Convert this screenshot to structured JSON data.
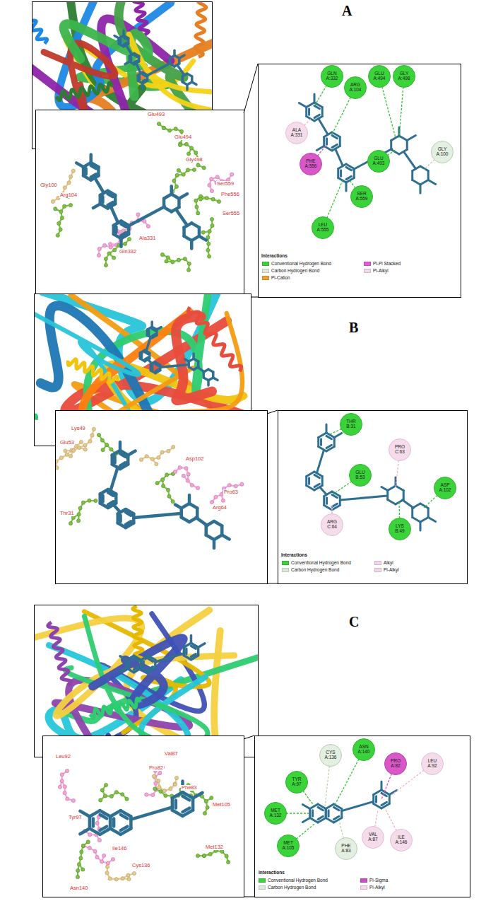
{
  "diagram": {
    "nodes": [
      {
        "text": [
          "GLN A:332"
        ]
      },
      {
        "text": [
          "ARG A:104"
        ]
      },
      {
        "text": [
          "GLU A:494"
        ]
      },
      {
        "text": [
          "GLY A:498"
        ]
      },
      {
        "text": [
          "ALA A:331"
        ]
      },
      {
        "text": [
          "PHE A:556"
        ]
      },
      {
        "text": [
          "GLU A:493"
        ]
      },
      {
        "text": [
          "GLY A:100"
        ]
      },
      {
        "text": [
          "SER A:559"
        ]
      },
      {
        "text": [
          "LEU A:555"
        ]
      },
      {
        "text": [
          "THR B:31"
        ]
      },
      {
        "text": [
          "PRO C:63"
        ]
      },
      {
        "text": [
          "GLU B:53"
        ]
      },
      {
        "text": [
          "ASP A:102"
        ]
      },
      {
        "text": [
          "LYS B:49"
        ]
      },
      {
        "text": [
          "ARG C:64"
        ]
      },
      {
        "text": [
          "CYS A:136"
        ]
      },
      {
        "text": [
          "ASN A:140"
        ]
      },
      {
        "text": [
          "PRO A:82"
        ]
      },
      {
        "text": [
          "LEU A:92"
        ]
      },
      {
        "text": [
          "TYR A:97"
        ]
      },
      {
        "text": [
          "MET A:132"
        ]
      },
      {
        "text": [
          "MET A:105"
        ]
      },
      {
        "text": [
          "PHE A:83"
        ]
      },
      {
        "text": [
          "VAL A:87"
        ]
      },
      {
        "text": [
          "ILE A:146"
        ]
      }
    ],
    "labels": [
      "A",
      "Glu493",
      "Glu494",
      "Gly498",
      "Ser559",
      "Phe556",
      "Ser555",
      "Gly100",
      "Arg104",
      "Gln332",
      "Ala331",
      "Interactions",
      "B",
      "Lys49",
      "Glu53",
      "Asp102",
      "Thr31",
      "Pro63",
      "Arg64",
      "Interactions",
      "C",
      "Leu92",
      "Val87",
      "Pro82",
      "Phe83",
      "Met105",
      "Tyr97",
      "Ile146",
      "Cys136",
      "Met132",
      "Asn140",
      "Interactions"
    ],
    "legend": [
      {
        "text": "Conventional Hydrogen Bond",
        "color": "#3ad33a"
      },
      {
        "text": "Carbon Hydrogen Bond",
        "color": "#dcebd9"
      },
      {
        "text": "Pi-Cation",
        "color": "#f0a030"
      },
      {
        "text": "Pi-Pi Stacked",
        "color": "#e35ad8"
      },
      {
        "text": "Pi-Alkyl",
        "color": "#f4d7ea"
      },
      {
        "text": "Conventional Hydrogen Bond",
        "color": "#3ad33a"
      },
      {
        "text": "Carbon Hydrogen Bond",
        "color": "#dcebd9"
      },
      {
        "text": "Alkyl",
        "color": "#f4d7ea"
      },
      {
        "text": "Pi-Alkyl",
        "color": "#f4d7ea"
      },
      {
        "text": "Conventional Hydrogen Bond",
        "color": "#3ad33a"
      },
      {
        "text": "Carbon Hydrogen Bond",
        "color": "#dcebd9"
      },
      {
        "text": "Pi-Sigma",
        "color": "#c94fc9"
      },
      {
        "text": "Pi-Alkyl",
        "color": "#f4d7ea"
      }
    ]
  }
}
